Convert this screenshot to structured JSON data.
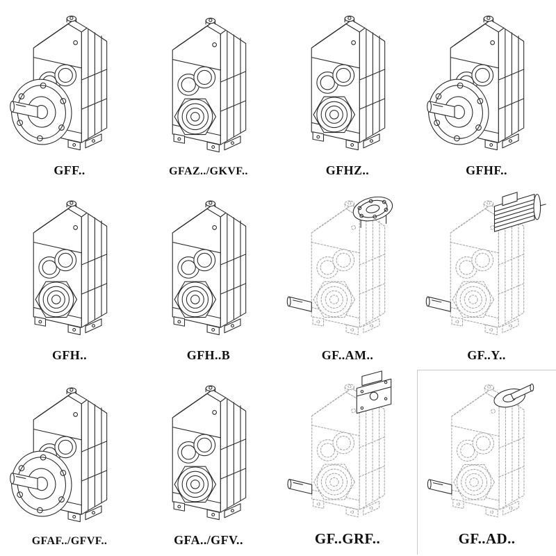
{
  "page": {
    "background": "#ffffff",
    "line_color": "#2c2c2c",
    "ghost_line_color": "#a8a8a8",
    "description": "Catalog sheet of parallel-shaft helical gearbox model variants, 4 x 3 grid of technical line drawings with model designation labels"
  },
  "items": [
    {
      "label": "GFF..",
      "variant": "flange-output-gearbox",
      "drawing_style": "solid"
    },
    {
      "label": "GFAZ../GKVF..",
      "variant": "hollow-shaft-gearbox",
      "drawing_style": "solid"
    },
    {
      "label": "GFHZ..",
      "variant": "hollow-shaft-gearbox",
      "drawing_style": "solid"
    },
    {
      "label": "GFHF..",
      "variant": "flange-output-gearbox",
      "drawing_style": "solid"
    },
    {
      "label": "GFH..",
      "variant": "hollow-shaft-gearbox",
      "drawing_style": "solid"
    },
    {
      "label": "GFH..B",
      "variant": "hollow-shaft-gearbox",
      "drawing_style": "solid"
    },
    {
      "label": "GF..AM..",
      "variant": "gearbox-with-input-flange",
      "drawing_style": "dashed-ghost"
    },
    {
      "label": "GF..Y..",
      "variant": "gearbox-with-motor",
      "drawing_style": "dashed-ghost"
    },
    {
      "label": "GFAF../GFVF..",
      "variant": "flange-output-gearbox",
      "drawing_style": "solid"
    },
    {
      "label": "GFA../GFV..",
      "variant": "hollow-shaft-gearbox",
      "drawing_style": "solid"
    },
    {
      "label": "GF..GRF..",
      "variant": "gearbox-with-adapter-block",
      "drawing_style": "dashed-ghost"
    },
    {
      "label": "GF..AD..",
      "variant": "gearbox-with-input-shaft-adapter",
      "drawing_style": "dashed-ghost"
    }
  ]
}
